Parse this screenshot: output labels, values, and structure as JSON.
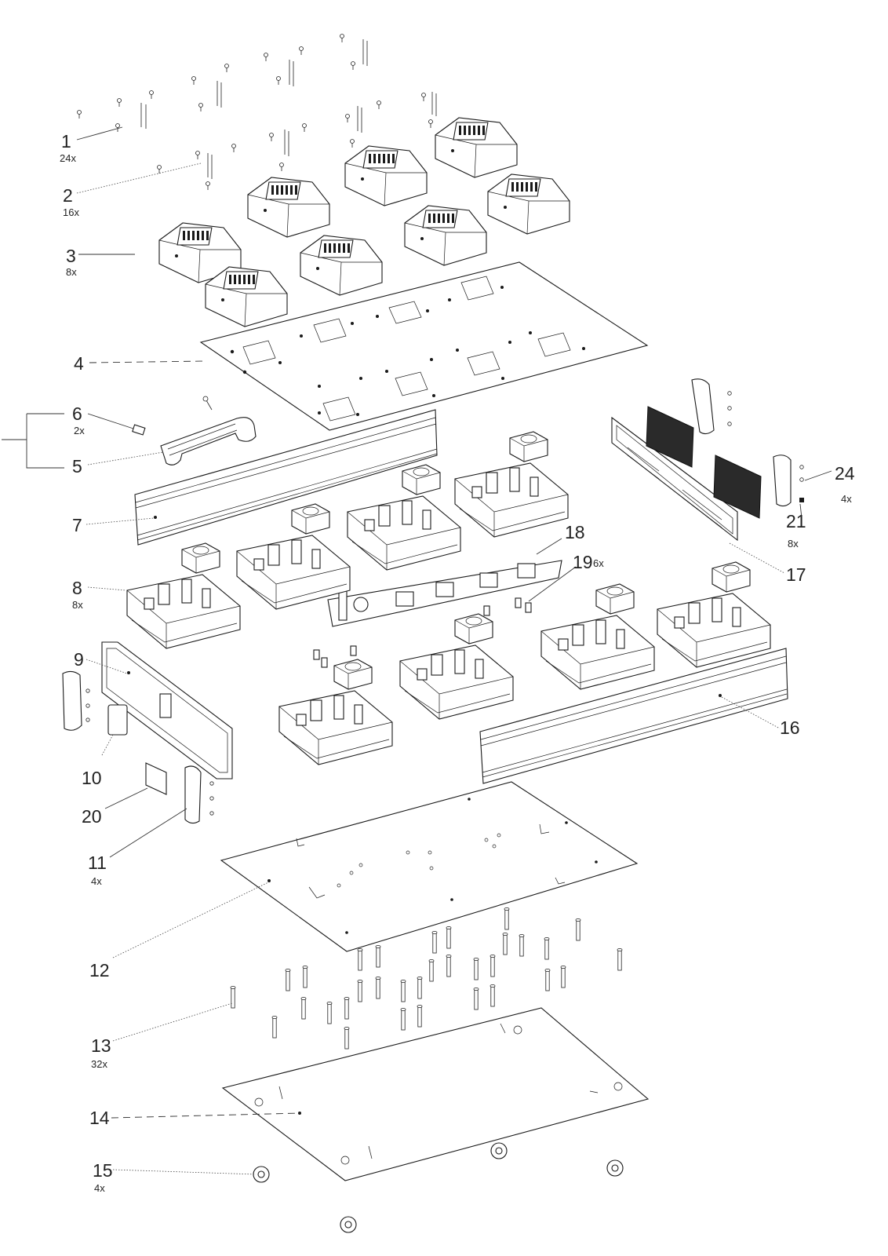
{
  "callouts": [
    {
      "id": "1",
      "qty": "24x"
    },
    {
      "id": "2",
      "qty": "16x"
    },
    {
      "id": "3",
      "qty": "8x"
    },
    {
      "id": "4",
      "qty": ""
    },
    {
      "id": "6",
      "qty": "2x"
    },
    {
      "id": "5",
      "qty": ""
    },
    {
      "id": "7",
      "qty": ""
    },
    {
      "id": "8",
      "qty": "8x"
    },
    {
      "id": "9",
      "qty": ""
    },
    {
      "id": "10",
      "qty": ""
    },
    {
      "id": "20",
      "qty": ""
    },
    {
      "id": "11",
      "qty": "4x"
    },
    {
      "id": "12",
      "qty": ""
    },
    {
      "id": "13",
      "qty": "32x"
    },
    {
      "id": "14",
      "qty": ""
    },
    {
      "id": "15",
      "qty": "4x"
    },
    {
      "id": "16",
      "qty": ""
    },
    {
      "id": "17",
      "qty": ""
    },
    {
      "id": "18",
      "qty": ""
    },
    {
      "id": "19",
      "qty": "6x"
    },
    {
      "id": "21",
      "qty": "8x"
    },
    {
      "id": "24",
      "qty": "4x"
    },
    {
      "id": "3",
      "qty": ""
    }
  ],
  "colors": {
    "line": "#1a1a1a",
    "text": "#222222",
    "background": "#ffffff"
  }
}
